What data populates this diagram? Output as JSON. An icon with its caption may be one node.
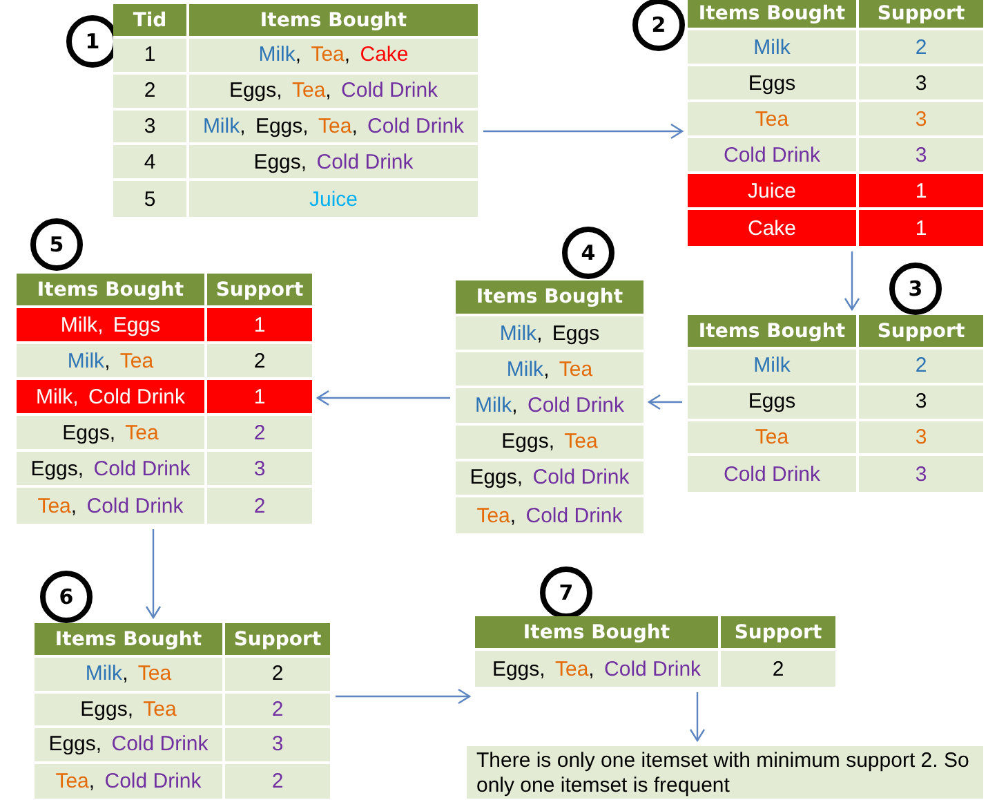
{
  "diagram": {
    "nodes": [
      {
        "text": [
          "1"
        ]
      },
      {
        "text": [
          "Tid",
          "Items Bought",
          "1",
          "Milk, Tea, Cake",
          "2",
          "Eggs, Tea, Cold Drink",
          "3",
          "Milk, Eggs, Tea, Cold Drink",
          "4",
          "Eggs, Cold Drink",
          "5",
          "Juice"
        ]
      },
      {
        "text": [
          "2"
        ]
      },
      {
        "text": [
          "Items Bought",
          "Support",
          "Milk",
          "2",
          "Eggs",
          "3",
          "Tea",
          "3",
          "Cold Drink",
          "3",
          "Juice",
          "1",
          "Cake",
          "1"
        ]
      },
      {
        "text": [
          "5"
        ]
      },
      {
        "text": [
          "Items Bought",
          "Support",
          "Milk, Eggs",
          "1",
          "Milk, Tea",
          "2",
          "Milk, Cold Drink",
          "1",
          "Eggs, Tea",
          "2",
          "Eggs, Cold Drink",
          "3",
          "Tea, Cold Drink",
          "2"
        ]
      },
      {
        "text": [
          "4"
        ]
      },
      {
        "text": [
          "Items Bought",
          "Milk, Eggs",
          "Milk, Tea",
          "Milk, Cold Drink",
          "Eggs, Tea",
          "Eggs, Cold Drink",
          "Tea, Cold Drink"
        ]
      },
      {
        "text": [
          "3"
        ]
      },
      {
        "text": [
          "Items Bought",
          "Support",
          "Milk",
          "2",
          "Eggs",
          "3",
          "Tea",
          "3",
          "Cold Drink",
          "3"
        ]
      },
      {
        "text": [
          "6"
        ]
      },
      {
        "text": [
          "Items Bought",
          "Support",
          "Milk, Tea",
          "2",
          "Eggs, Tea",
          "2",
          "Eggs, Cold Drink",
          "3",
          "Tea, Cold Drink",
          "2"
        ]
      },
      {
        "text": [
          "7"
        ]
      },
      {
        "text": [
          "Items Bought",
          "Support",
          "Eggs, Tea, Cold Drink",
          "2"
        ]
      },
      {
        "text": [
          "There is only one itemset with minimum support 2. So only one itemset is frequent"
        ]
      }
    ],
    "edges": [
      {
        "from": 1,
        "to": 3,
        "arrow": "to"
      },
      {
        "from": 3,
        "to": 9,
        "arrow": "to"
      },
      {
        "from": 9,
        "to": 7,
        "arrow": "to"
      },
      {
        "from": 7,
        "to": 5,
        "arrow": "to"
      },
      {
        "from": 5,
        "to": 11,
        "arrow": "to"
      },
      {
        "from": 11,
        "to": 13,
        "arrow": "to"
      },
      {
        "from": 13,
        "to": 14,
        "arrow": "to"
      }
    ]
  }
}
